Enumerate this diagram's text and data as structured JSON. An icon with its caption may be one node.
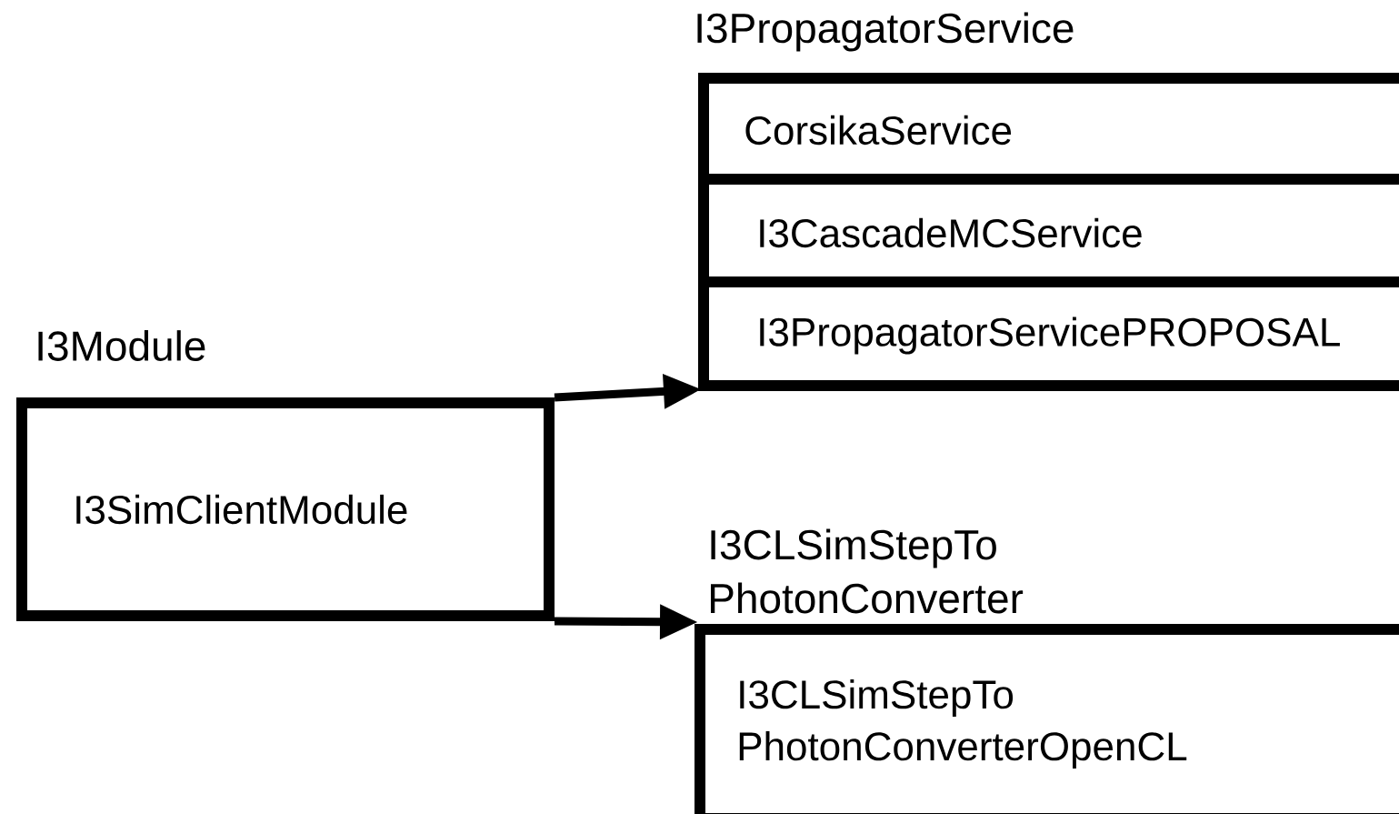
{
  "diagram": {
    "nodes": [
      {
        "text": [
          "I3Module",
          "I3SimClientModule"
        ]
      },
      {
        "text": [
          "I3PropagatorService"
        ]
      },
      {
        "text": [
          "CorsikaService"
        ],
        "in": 1
      },
      {
        "text": [
          "I3CascadeMCService"
        ],
        "in": 1
      },
      {
        "text": [
          "I3PropagatorServicePROPOSAL"
        ],
        "in": 1
      },
      {
        "text": [
          "I3CLSimStepTo PhotonConverter",
          "I3CLSimStepTo PhotonConverterOpenCL"
        ]
      }
    ],
    "edges": [
      {
        "from": 0,
        "to": 1,
        "arrow": "to"
      },
      {
        "from": 0,
        "to": 5,
        "arrow": "to"
      }
    ]
  }
}
